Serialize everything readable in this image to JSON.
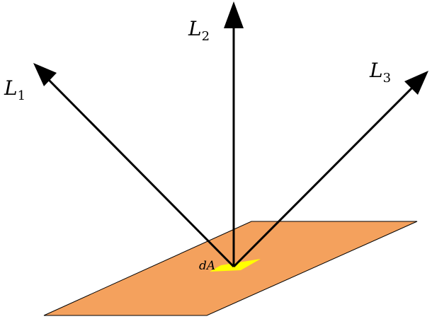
{
  "figure": {
    "colors": {
      "plane_fill": "#F4A15D",
      "plane_stroke": "#000000",
      "patch_fill": "#FFFF00",
      "arrow": "#000000",
      "background": "#FFFFFF"
    },
    "labels": {
      "patch": "dA",
      "rays": [
        {
          "letter": "L",
          "index": "1"
        },
        {
          "letter": "L",
          "index": "2"
        },
        {
          "letter": "L",
          "index": "3"
        }
      ]
    }
  }
}
